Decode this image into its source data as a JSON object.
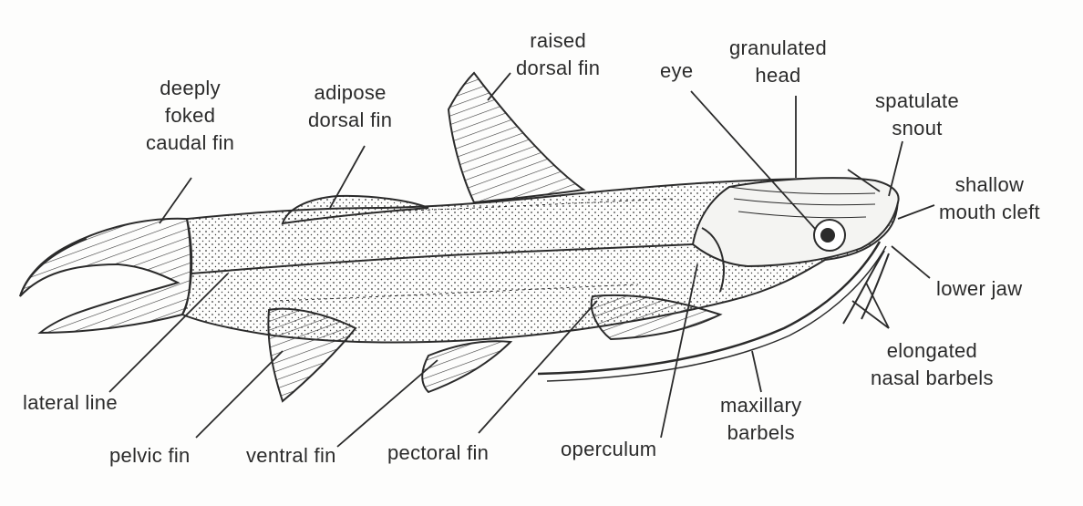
{
  "labels": {
    "deeply_foked_caudal_fin": [
      "deeply",
      "foked",
      "caudal fin"
    ],
    "adipose_dorsal_fin": [
      "adipose",
      "dorsal fin"
    ],
    "raised_dorsal_fin": [
      "raised",
      "dorsal fin"
    ],
    "eye": "eye",
    "granulated_head": [
      "granulated",
      "head"
    ],
    "spatulate_snout": [
      "spatulate",
      "snout"
    ],
    "shallow_mouth_cleft": [
      "shallow",
      "mouth cleft"
    ],
    "lower_jaw": "lower jaw",
    "elongated_nasal_barbels": [
      "elongated",
      "nasal barbels"
    ],
    "maxillary_barbels": [
      "maxillary",
      "barbels"
    ],
    "operculum": "operculum",
    "pectoral_fin": "pectoral fin",
    "ventral_fin": "ventral fin",
    "pelvic_fin": "pelvic fin",
    "lateral_line": "lateral line"
  },
  "colors": {
    "ink": "#2b2b2b",
    "paper": "#fdfdfc"
  }
}
